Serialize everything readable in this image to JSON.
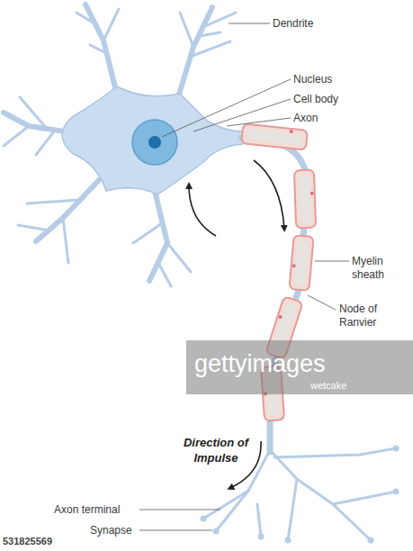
{
  "diagram": {
    "labels": [
      "Dendrite",
      "Nucleus",
      "Cell body",
      "Axon",
      "Myelin sheath",
      "Node of Ranvier",
      "gettyimages",
      "wetcake",
      "Direction of Impulse",
      "Axon terminal",
      "Synapse",
      "531825569"
    ]
  }
}
